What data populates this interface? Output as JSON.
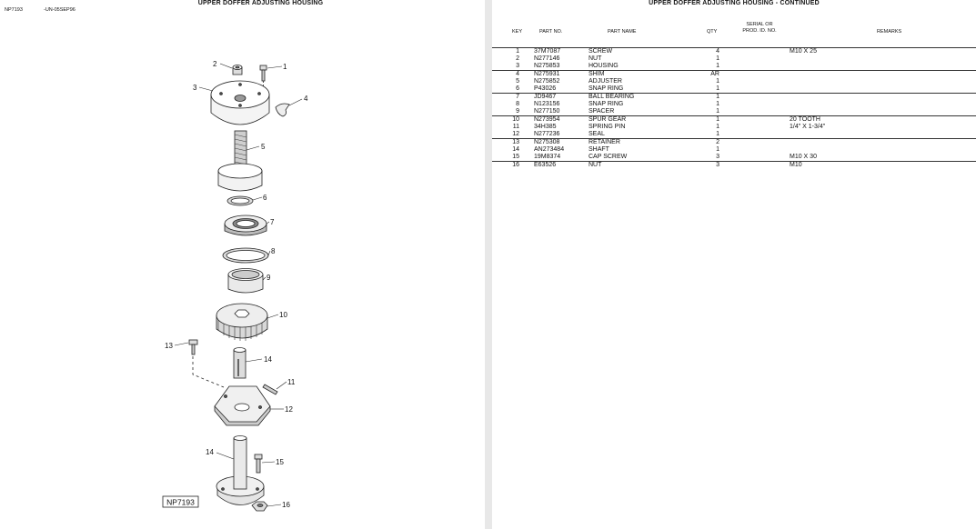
{
  "left_page": {
    "title": "UPPER DOFFER ADJUSTING HOUSING",
    "ref_code": "NP7193",
    "doc_date": "-UN-05SEP96",
    "figure_label": "NP7193",
    "callouts": [
      "2",
      "1",
      "3",
      "4",
      "5",
      "6",
      "7",
      "8",
      "9",
      "10",
      "13",
      "14",
      "11",
      "12",
      "14",
      "15",
      "16"
    ]
  },
  "right_page": {
    "title": "UPPER DOFFER ADJUSTING HOUSING - CONTINUED",
    "columns": {
      "key": "KEY",
      "part_no": "PART NO.",
      "part_name": "PART NAME",
      "qty": "QTY",
      "serial_line1": "SERIAL OR",
      "serial_line2": "PROD. ID. NO.",
      "remarks": "REMARKS"
    },
    "rows": [
      {
        "key": "1",
        "part_no": "37M7087",
        "name": "SCREW",
        "qty": "4",
        "remarks": "M10 X 25",
        "sep": true
      },
      {
        "key": "2",
        "part_no": "N277146",
        "name": "NUT",
        "qty": "1",
        "remarks": "",
        "sep": false
      },
      {
        "key": "3",
        "part_no": "N275853",
        "name": "HOUSING",
        "qty": "1",
        "remarks": "",
        "sep": false
      },
      {
        "key": "4",
        "part_no": "N275931",
        "name": "SHIM",
        "qty": "AR",
        "remarks": "",
        "sep": true
      },
      {
        "key": "5",
        "part_no": "N275852",
        "name": "ADJUSTER",
        "qty": "1",
        "remarks": "",
        "sep": false
      },
      {
        "key": "6",
        "part_no": "P43026",
        "name": "SNAP RING",
        "qty": "1",
        "remarks": "",
        "sep": false
      },
      {
        "key": "7",
        "part_no": "JD9467",
        "name": "BALL BEARING",
        "qty": "1",
        "remarks": "",
        "sep": true
      },
      {
        "key": "8",
        "part_no": "N123156",
        "name": "SNAP RING",
        "qty": "1",
        "remarks": "",
        "sep": false
      },
      {
        "key": "9",
        "part_no": "N277150",
        "name": "SPACER",
        "qty": "1",
        "remarks": "",
        "sep": false
      },
      {
        "key": "10",
        "part_no": "N273954",
        "name": "SPUR GEAR",
        "qty": "1",
        "remarks": "20 TOOTH",
        "sep": true
      },
      {
        "key": "11",
        "part_no": "34H385",
        "name": "SPRING PIN",
        "qty": "1",
        "remarks": "1/4\" X 1-3/4\"",
        "sep": false
      },
      {
        "key": "12",
        "part_no": "N277236",
        "name": "SEAL",
        "qty": "1",
        "remarks": "",
        "sep": false
      },
      {
        "key": "13",
        "part_no": "N275308",
        "name": "RETAINER",
        "qty": "2",
        "remarks": "",
        "sep": true
      },
      {
        "key": "14",
        "part_no": "AN273484",
        "name": "SHAFT",
        "qty": "1",
        "remarks": "",
        "sep": false
      },
      {
        "key": "15",
        "part_no": "19M8374",
        "name": "CAP SCREW",
        "qty": "3",
        "remarks": "M10 X 30",
        "sep": false
      },
      {
        "key": "16",
        "part_no": "E63526",
        "name": "NUT",
        "qty": "3",
        "remarks": "M10",
        "sep": true
      }
    ]
  }
}
